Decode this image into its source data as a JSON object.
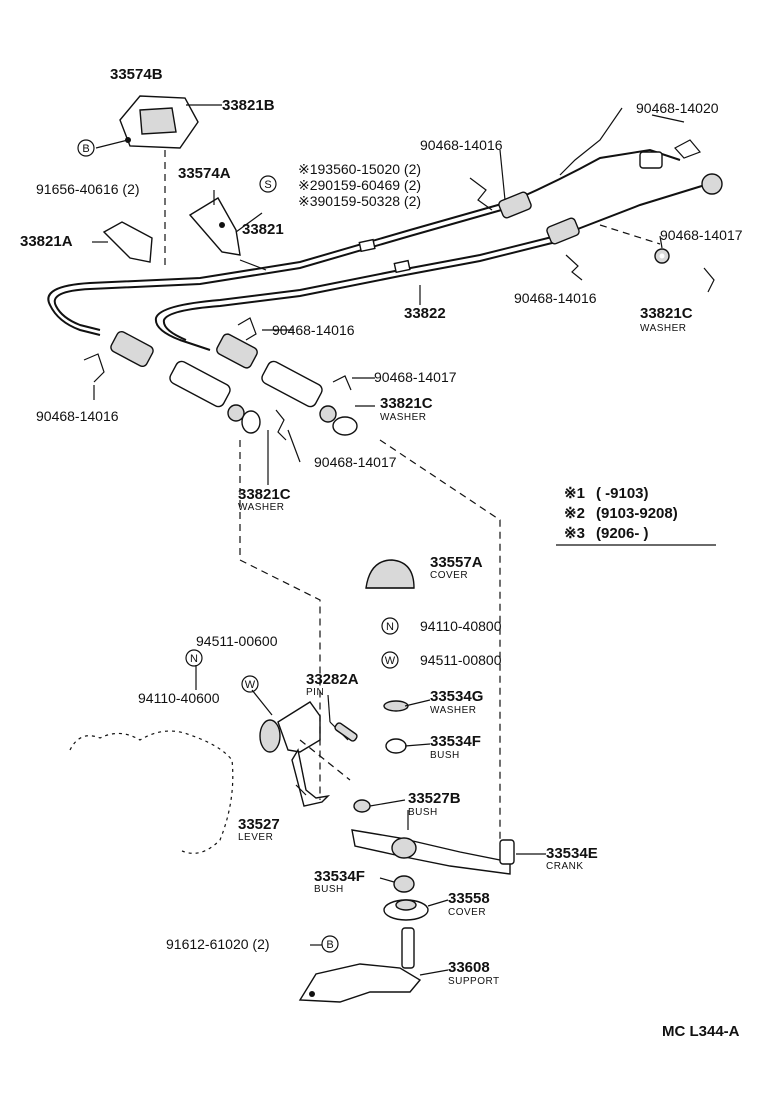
{
  "labels": {
    "l_33574B": "33574B",
    "l_33821B": "33821B",
    "l_B1": "B",
    "l_91656": "91656-40616 (2)",
    "l_33574A": "33574A",
    "l_S": "S",
    "l_s1": "※193560-15020 (2)",
    "l_s2": "※290159-60469 (2)",
    "l_s3": "※390159-50328 (2)",
    "l_33821A": "33821A",
    "l_33821": "33821",
    "l_90468_14016_top": "90468-14016",
    "l_90468_14020": "90468-14020",
    "l_90468_14017_r": "90468-14017",
    "l_90468_14016_r": "90468-14016",
    "l_33822": "33822",
    "l_33821C_r": "33821C",
    "l_washer_r": "WASHER",
    "l_90468_14016_m": "90468-14016",
    "l_90468_14016_l": "90468-14016",
    "l_90468_14017_m": "90468-14017",
    "l_33821C_m": "33821C",
    "l_washer_m": "WASHER",
    "l_90468_14017_b": "90468-14017",
    "l_33821C_l": "33821C",
    "l_washer_l": "WASHER",
    "l_33557A": "33557A",
    "l_cover1": "COVER",
    "l_N1": "N",
    "l_94110_40800": "94110-40800",
    "l_W1": "W",
    "l_94511_00800": "94511-00800",
    "l_94511_00600": "94511-00600",
    "l_N2": "N",
    "l_W2": "W",
    "l_94110_40600": "94110-40600",
    "l_33282A": "33282A",
    "l_pin": "PIN",
    "l_33534G": "33534G",
    "l_washer_g": "WASHER",
    "l_33534F_a": "33534F",
    "l_bush_a": "BUSH",
    "l_33527B": "33527B",
    "l_bush_b": "BUSH",
    "l_33527": "33527",
    "l_lever": "LEVER",
    "l_33534E": "33534E",
    "l_crank": "CRANK",
    "l_33534F_b": "33534F",
    "l_bush_c": "BUSH",
    "l_33558": "33558",
    "l_cover2": "COVER",
    "l_91612": "91612-61020 (2)",
    "l_B2": "B",
    "l_33608": "33608",
    "l_support": "SUPPORT",
    "l_code": "MC L344-A"
  },
  "legend": {
    "k1": "※1",
    "v1": "(      -9103)",
    "k2": "※2",
    "v2": "(9103-9208)",
    "k3": "※3",
    "v3": "(9206-         )"
  }
}
